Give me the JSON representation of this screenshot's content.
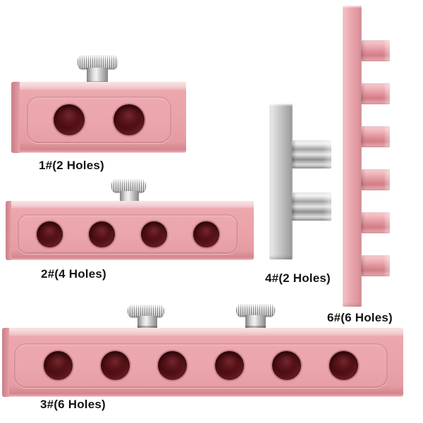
{
  "background": "#ffffff",
  "items": [
    {
      "name": "mold-1",
      "label": "1#(2 Holes)",
      "holes": 2,
      "material": "rose-gold"
    },
    {
      "name": "mold-2",
      "label": "2#(4 Holes)",
      "holes": 4,
      "material": "rose-gold"
    },
    {
      "name": "mold-3",
      "label": "3#(6 Holes)",
      "holes": 6,
      "material": "rose-gold"
    },
    {
      "name": "mold-4",
      "label": "4#(2 Holes)",
      "holes": 2,
      "material": "silver"
    },
    {
      "name": "mold-6",
      "label": "6#(6 Holes)",
      "holes": 6,
      "material": "rose-gold"
    }
  ],
  "colors": {
    "pink_face": "#eca6ac",
    "pink_light": "#f4d2d5",
    "pink_dark": "#d4858e",
    "hole_dark": "#490a10",
    "silver": "#c2c2c2",
    "text": "#141414",
    "background": "#ffffff"
  }
}
